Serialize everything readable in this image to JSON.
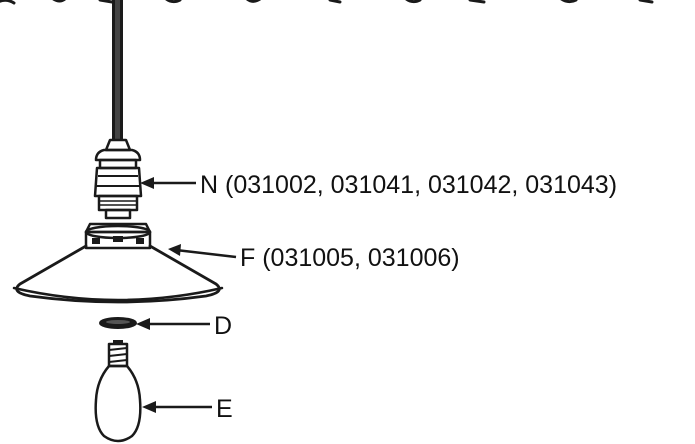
{
  "callouts": {
    "N": "N (031002, 031041, 031042, 031043)",
    "F": "F (031005, 031006)",
    "D": "D",
    "E": "E"
  },
  "colors": {
    "ink": "#1a1a1a",
    "background": "#ffffff"
  }
}
